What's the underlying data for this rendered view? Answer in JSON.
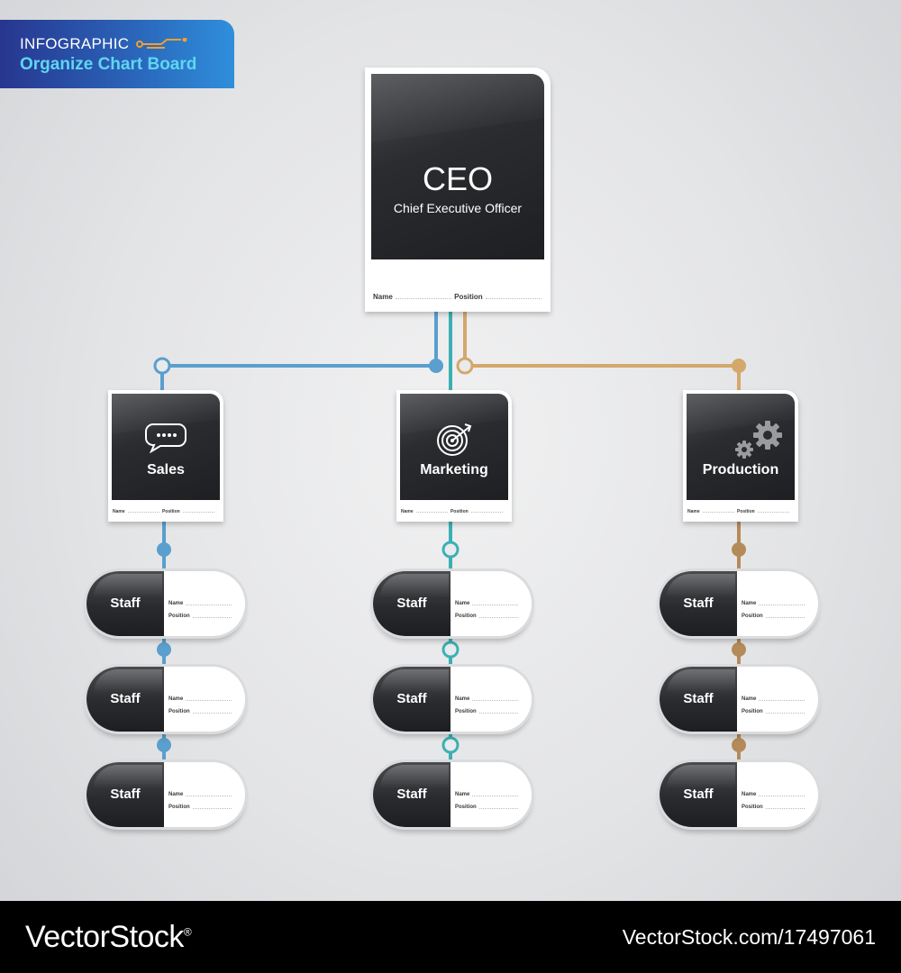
{
  "header": {
    "line1": "INFOGRAPHIC",
    "line2": "Organize Chart Board"
  },
  "ceo": {
    "title": "CEO",
    "subtitle": "Chief Executive Officer",
    "name_label": "Name",
    "position_label": "Position"
  },
  "departments": [
    {
      "id": "sales",
      "label": "Sales",
      "icon": "chat-bubble-icon",
      "color": "#5a9fcd",
      "name_label": "Name",
      "position_label": "Position"
    },
    {
      "id": "marketing",
      "label": "Marketing",
      "icon": "target-icon",
      "color": "#3bb0b4",
      "name_label": "Name",
      "position_label": "Position"
    },
    {
      "id": "production",
      "label": "Production",
      "icon": "gears-icon",
      "color": "#b58a5a",
      "name_label": "Name",
      "position_label": "Position"
    }
  ],
  "staff": {
    "label": "Staff",
    "name_label": "Name",
    "position_label": "Position"
  },
  "connector_colors": {
    "ceo_sales": "#5a9fcd",
    "ceo_marketing": "#3bb0b4",
    "ceo_production": "#d3a86a"
  },
  "footer": {
    "brand": "VectorStock",
    "trademark": "®",
    "url": "VectorStock.com/17497061"
  }
}
